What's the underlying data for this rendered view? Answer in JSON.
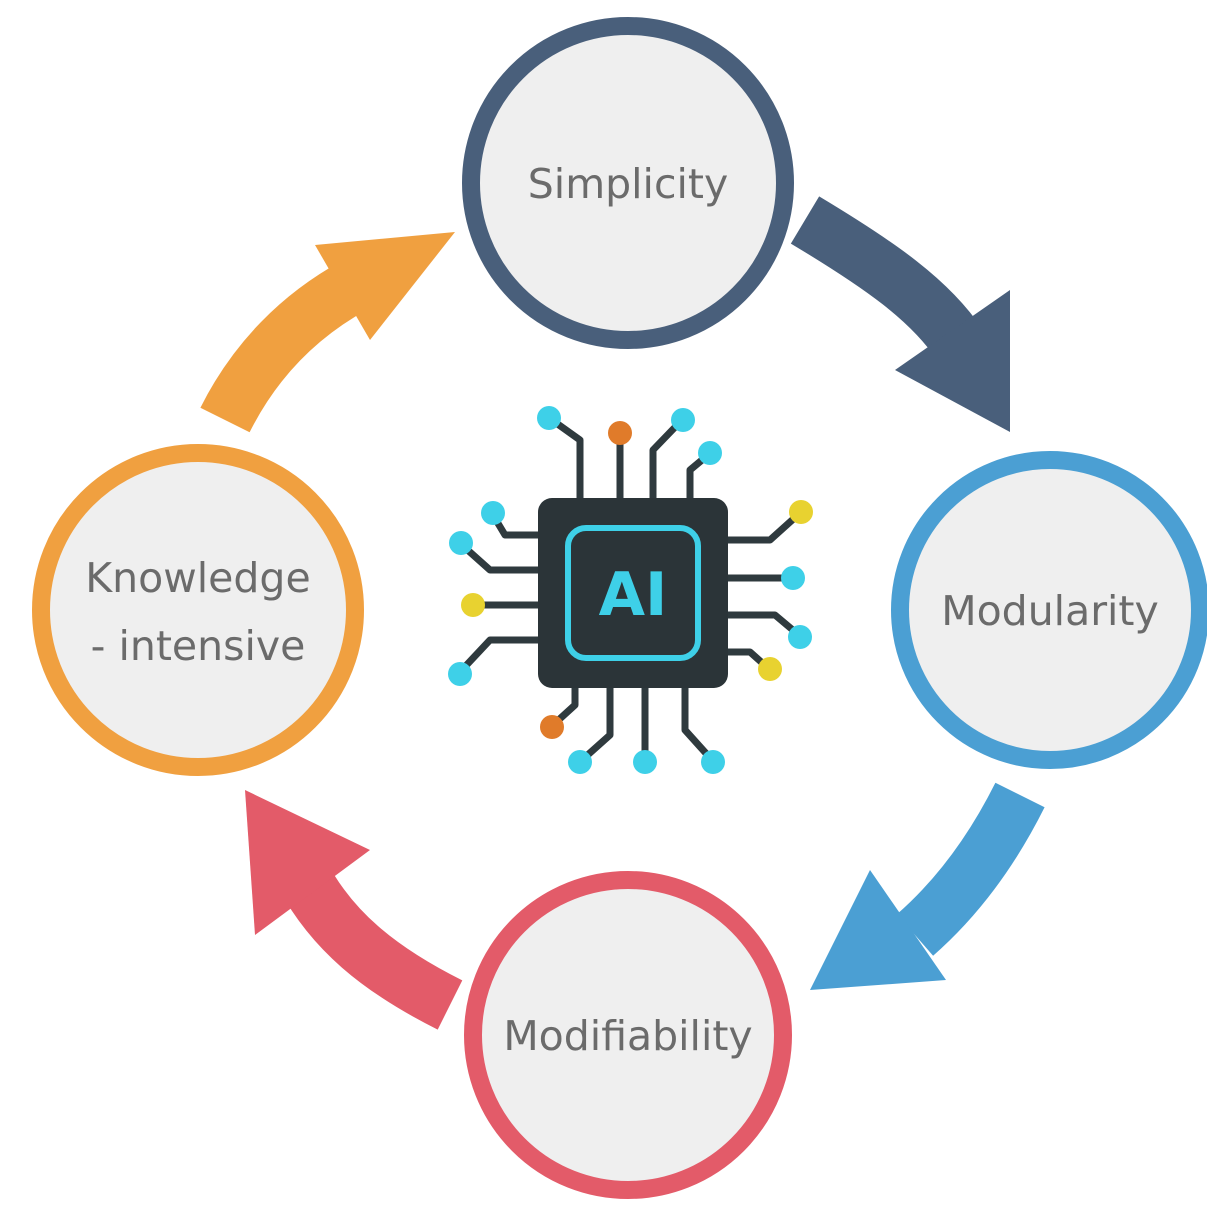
{
  "nodes": {
    "simplicity": {
      "label": "Simplicity",
      "color": "#495f7b"
    },
    "modularity": {
      "label": "Modularity",
      "color": "#4b9fd3"
    },
    "modifiability": {
      "label": "Modifiability",
      "color": "#e35b69"
    },
    "knowledge": {
      "line1": "Knowledge",
      "line2": "- intensive",
      "color": "#f0a040"
    }
  },
  "center": {
    "chip_label": "AI",
    "chip_color": "#2b3438",
    "accent_color": "#3ed0e8"
  },
  "arrows": [
    {
      "from": "Simplicity",
      "to": "Modularity",
      "color": "#495f7b"
    },
    {
      "from": "Modularity",
      "to": "Modifiability",
      "color": "#4b9fd3"
    },
    {
      "from": "Modifiability",
      "to": "Knowledge - intensive",
      "color": "#e35b69"
    },
    {
      "from": "Knowledge - intensive",
      "to": "Simplicity",
      "color": "#f0a040"
    }
  ]
}
